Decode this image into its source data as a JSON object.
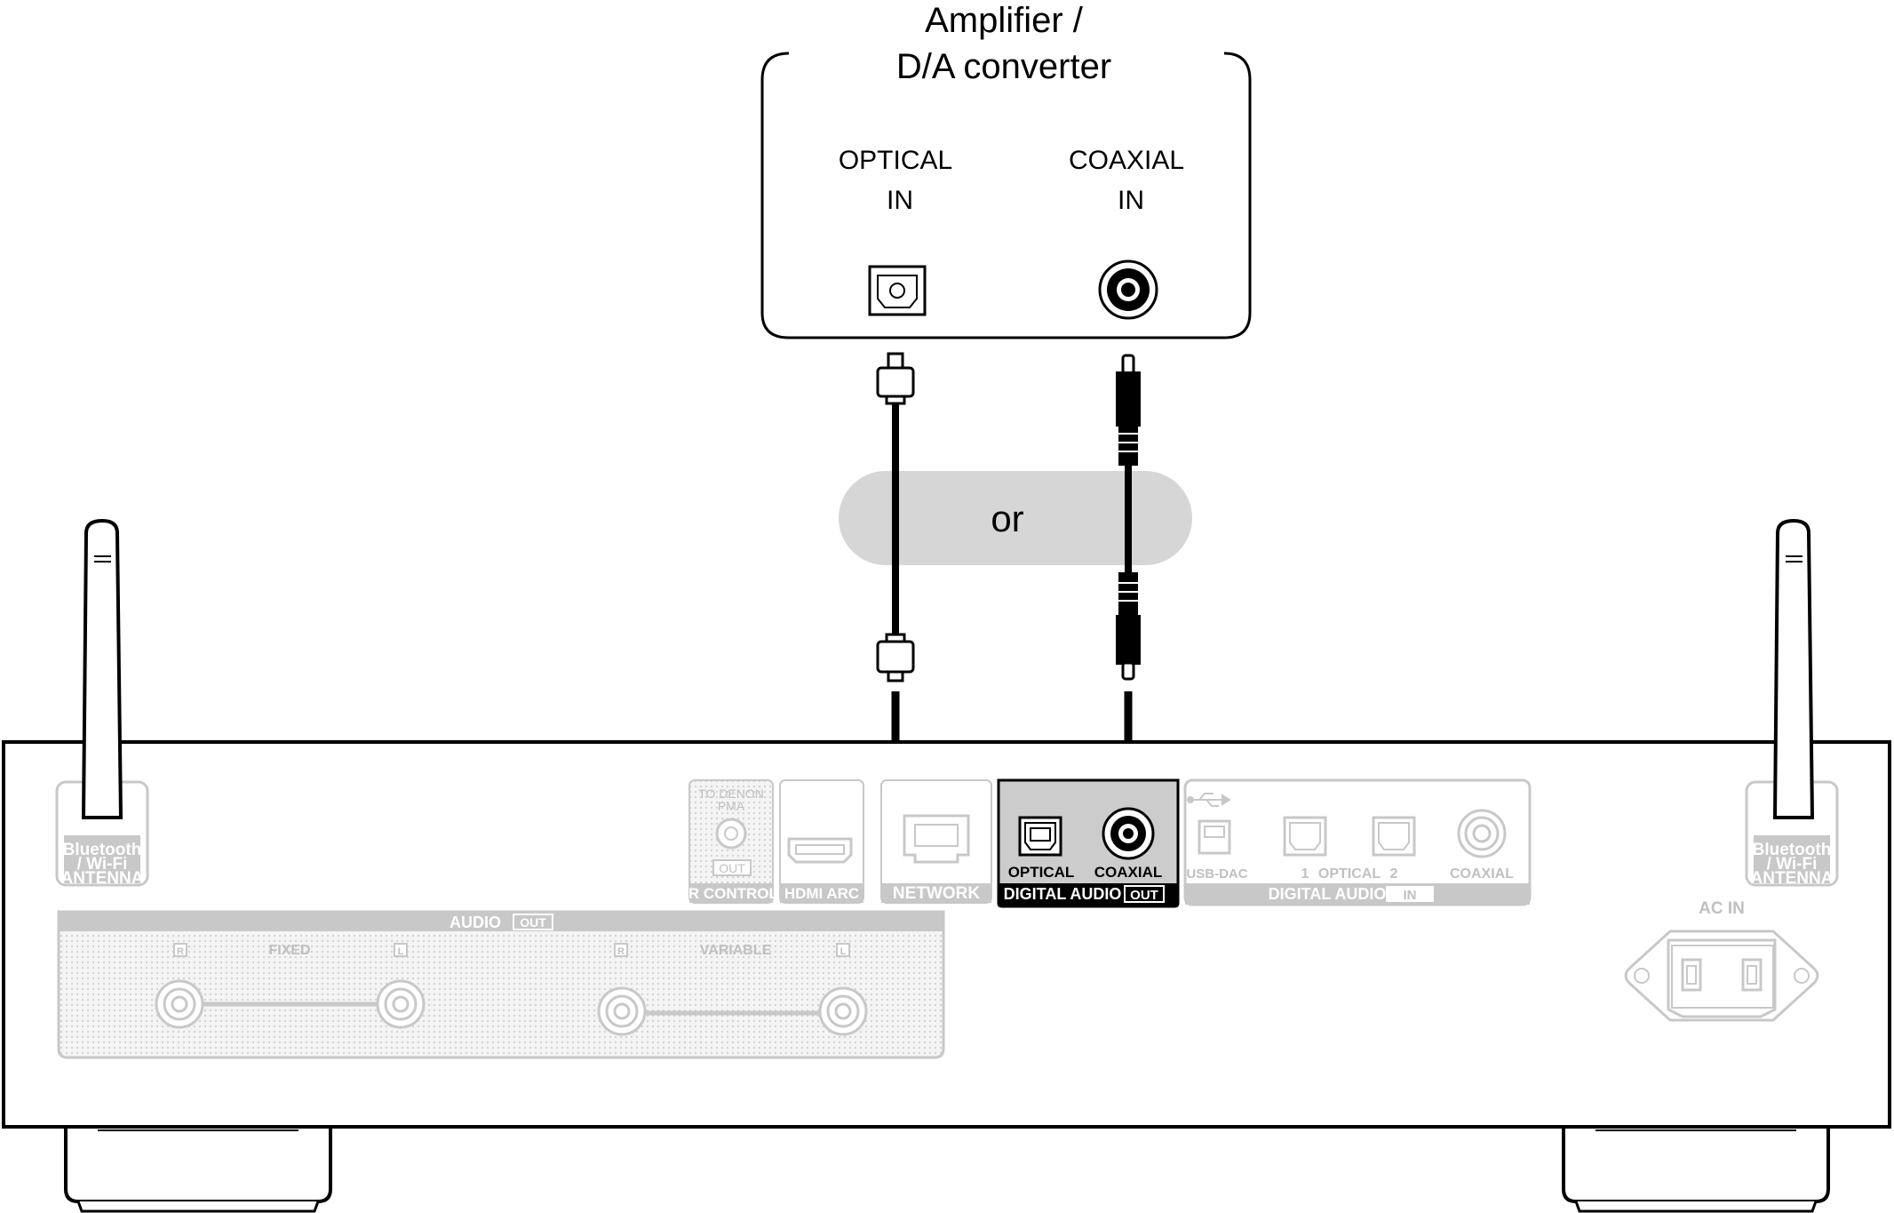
{
  "amplifier": {
    "title_line1": "Amplifier /",
    "title_line2": "D/A converter",
    "optical_in_line1": "OPTICAL",
    "optical_in_line2": "IN",
    "coaxial_in_line1": "COAXIAL",
    "coaxial_in_line2": "IN"
  },
  "or_label": "or",
  "antenna": {
    "left": {
      "line1": "Bluetooth",
      "line2": "/ Wi-Fi",
      "line3": "ANTENNA"
    },
    "right": {
      "line1": "Bluetooth",
      "line2": "/ Wi-Fi",
      "line3": "ANTENNA"
    }
  },
  "ir_control": {
    "to_line1": "TO DENON",
    "to_line2": "PMA",
    "out_badge": "OUT",
    "label": "IR CONTROL"
  },
  "hdmi_label": "HDMI ARC",
  "network_label": "NETWORK",
  "digital_audio_out": {
    "optical_label": "OPTICAL",
    "coaxial_label": "COAXIAL",
    "label": "DIGITAL AUDIO",
    "badge": "OUT"
  },
  "digital_audio_in": {
    "usb_label": "USB-DAC",
    "optical_1": "1",
    "optical_label": "OPTICAL",
    "optical_2": "2",
    "coaxial_label": "COAXIAL",
    "label": "DIGITAL AUDIO",
    "badge": "IN"
  },
  "audio_out": {
    "label": "AUDIO",
    "badge": "OUT",
    "fixed_label": "FIXED",
    "variable_label": "VARIABLE",
    "r_marker": "R",
    "l_marker": "L"
  },
  "ac_in_label": "AC IN",
  "colors": {
    "line": "#000000",
    "faded": "#c8c8c8",
    "highlight_panel": "#cccccc",
    "or_pill": "#d6d6d6"
  }
}
